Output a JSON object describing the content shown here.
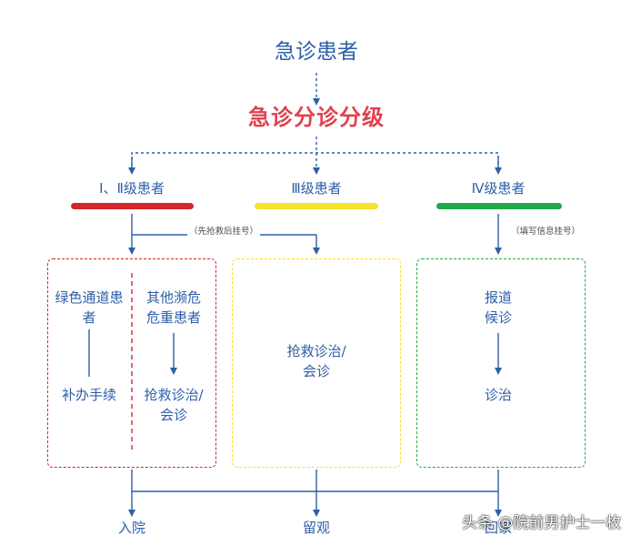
{
  "colors": {
    "line": "#2e5ea8",
    "red": "#d5262c",
    "yellow": "#f5e22a",
    "green": "#22a94a",
    "accent_text": "#e2404f"
  },
  "top": "急诊患者",
  "triage": "急诊分诊分级",
  "levels": {
    "l12": "Ⅰ、Ⅱ级患者",
    "l3": "Ⅲ级患者",
    "l4": "Ⅳ级患者"
  },
  "notes": {
    "rescue_first": "（先抢救后挂号）",
    "fill_info": "（填写信息挂号）"
  },
  "box1": {
    "left_title": "绿色通道患者",
    "left_step": "补办手续",
    "right_title": "其他濒危危重患者",
    "right_step": "抢救诊治/会诊"
  },
  "box2": {
    "text": "抢救诊治/会诊"
  },
  "box3": {
    "title": "报道候诊",
    "step": "诊治"
  },
  "outcomes": {
    "admit": "入院",
    "observe": "留观",
    "home": "回家"
  },
  "watermark": "头条 @院前男护士一枚"
}
